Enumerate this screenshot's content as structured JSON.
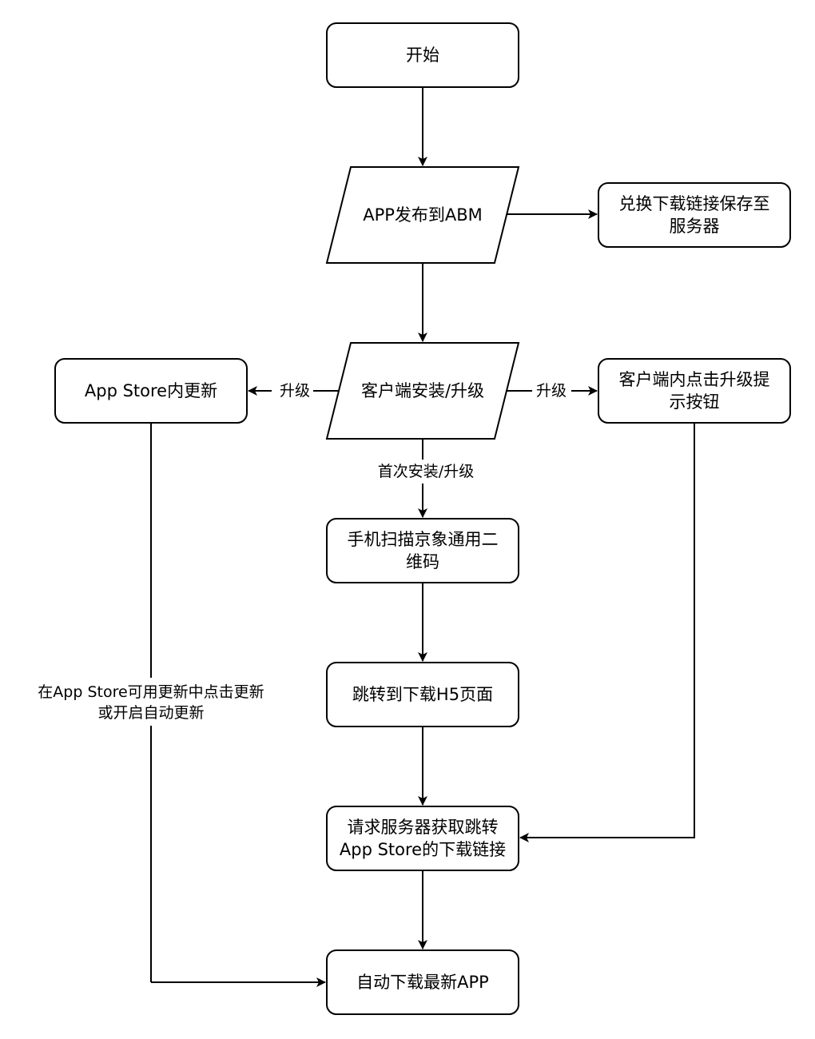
{
  "colors": {
    "stroke": "#000000",
    "fill": "#ffffff",
    "text": "#000000",
    "background": "#ffffff"
  },
  "nodes": {
    "start": {
      "shape": "rounded-rectangle",
      "lines": [
        "开始"
      ]
    },
    "publish": {
      "shape": "parallelogram",
      "lines": [
        "APP发布到ABM"
      ]
    },
    "redeem": {
      "shape": "rounded-rectangle",
      "lines": [
        "兑换下载链接保存至",
        "服务器"
      ]
    },
    "install": {
      "shape": "parallelogram",
      "lines": [
        "客户端安装/升级"
      ]
    },
    "appstore_update": {
      "shape": "rounded-rectangle",
      "lines": [
        "App Store内更新"
      ]
    },
    "client_prompt": {
      "shape": "rounded-rectangle",
      "lines": [
        "客户端内点击升级提",
        "示按钮"
      ]
    },
    "scan_qr": {
      "shape": "rounded-rectangle",
      "lines": [
        "手机扫描京象通用二",
        "维码"
      ]
    },
    "h5_page": {
      "shape": "rounded-rectangle",
      "lines": [
        "跳转到下载H5页面"
      ]
    },
    "request_link": {
      "shape": "rounded-rectangle",
      "lines": [
        "请求服务器获取跳转",
        "App Store的下载链接"
      ]
    },
    "auto_download": {
      "shape": "rounded-rectangle",
      "lines": [
        "自动下载最新APP"
      ]
    }
  },
  "edge_labels": {
    "upgrade_left": "升级",
    "upgrade_right": "升级",
    "first_install": "首次安装/升级",
    "appstore_path": [
      "在App Store可用更新中点击更新",
      "或开启自动更新"
    ]
  },
  "edges": [
    {
      "from": "start",
      "to": "publish",
      "label": ""
    },
    {
      "from": "publish",
      "to": "redeem",
      "label": ""
    },
    {
      "from": "publish",
      "to": "install",
      "label": ""
    },
    {
      "from": "install",
      "to": "appstore_update",
      "label": "upgrade_left"
    },
    {
      "from": "install",
      "to": "client_prompt",
      "label": "upgrade_right"
    },
    {
      "from": "install",
      "to": "scan_qr",
      "label": "first_install"
    },
    {
      "from": "scan_qr",
      "to": "h5_page",
      "label": ""
    },
    {
      "from": "h5_page",
      "to": "request_link",
      "label": ""
    },
    {
      "from": "client_prompt",
      "to": "request_link",
      "label": ""
    },
    {
      "from": "request_link",
      "to": "auto_download",
      "label": ""
    },
    {
      "from": "appstore_update",
      "to": "auto_download",
      "label": "appstore_path"
    }
  ]
}
